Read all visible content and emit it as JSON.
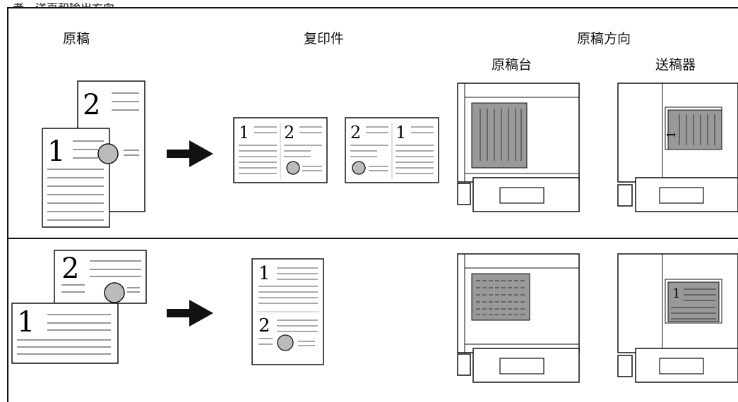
{
  "caption_fragment": "者，送页和输出方向。",
  "headers": {
    "original": "原稿",
    "copies": "复印件",
    "orientation": "原稿方向",
    "platen": "原稿台",
    "feeder": "送稿器"
  },
  "page_numbers": [
    "1",
    "2"
  ]
}
